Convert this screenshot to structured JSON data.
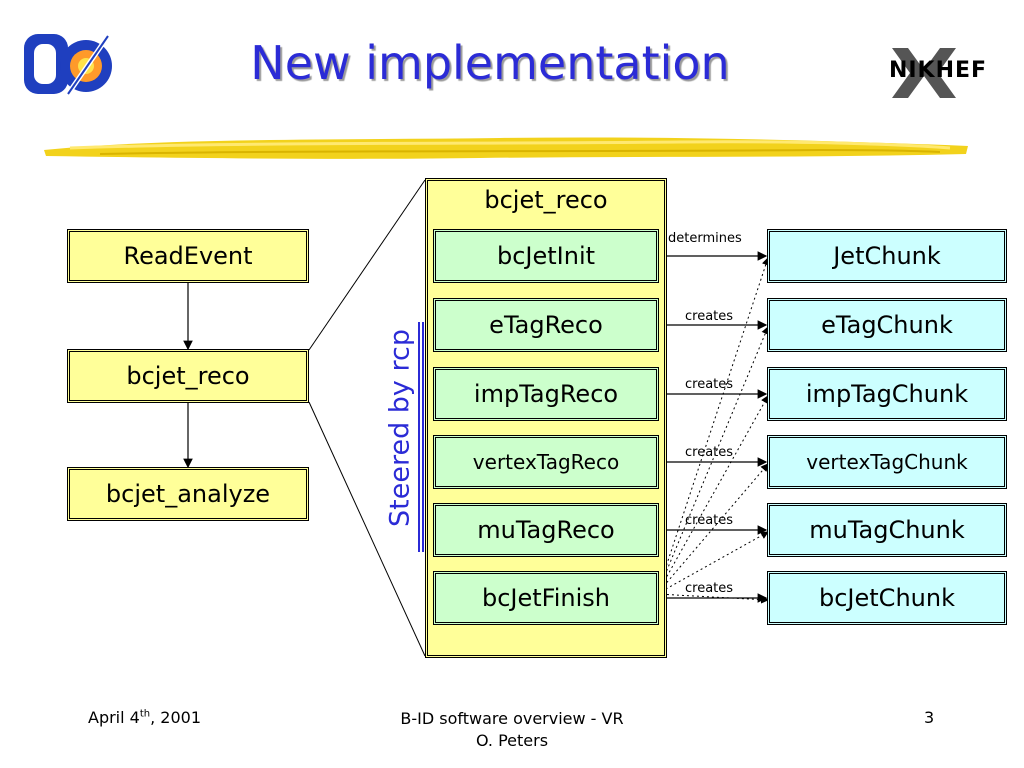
{
  "slide": {
    "title": "New implementation",
    "logos": {
      "left": "D0-logo",
      "right": "NIKHEF",
      "right_text": "NIKHEF"
    }
  },
  "flow": {
    "read_event": "ReadEvent",
    "bcjet_reco": "bcjet_reco",
    "bcjet_analyze": "bcjet_analyze"
  },
  "panel": {
    "title": "bcjet_reco",
    "steered_label": "Steered by rcp",
    "modules": [
      "bcJetInit",
      "eTagReco",
      "impTagReco",
      "vertexTagReco",
      "muTagReco",
      "bcJetFinish"
    ]
  },
  "chunks": [
    "JetChunk",
    "eTagChunk",
    "impTagChunk",
    "vertexTagChunk",
    "muTagChunk",
    "bcJetChunk"
  ],
  "arrow_labels": [
    "determines",
    "creates",
    "creates",
    "creates",
    "creates",
    "creates"
  ],
  "footer": {
    "date_prefix": "April 4",
    "date_sup": "th",
    "date_suffix": ", 2001",
    "center_line1": "B-ID software overview - VR",
    "center_line2": "O. Peters",
    "page_number": "3"
  },
  "colors": {
    "title_blue": "#2b2bd6",
    "box_yellow": "#ffff99",
    "box_green": "#ccffcc",
    "box_cyan": "#ccffff",
    "brush_yellow": "#f2d21c"
  }
}
